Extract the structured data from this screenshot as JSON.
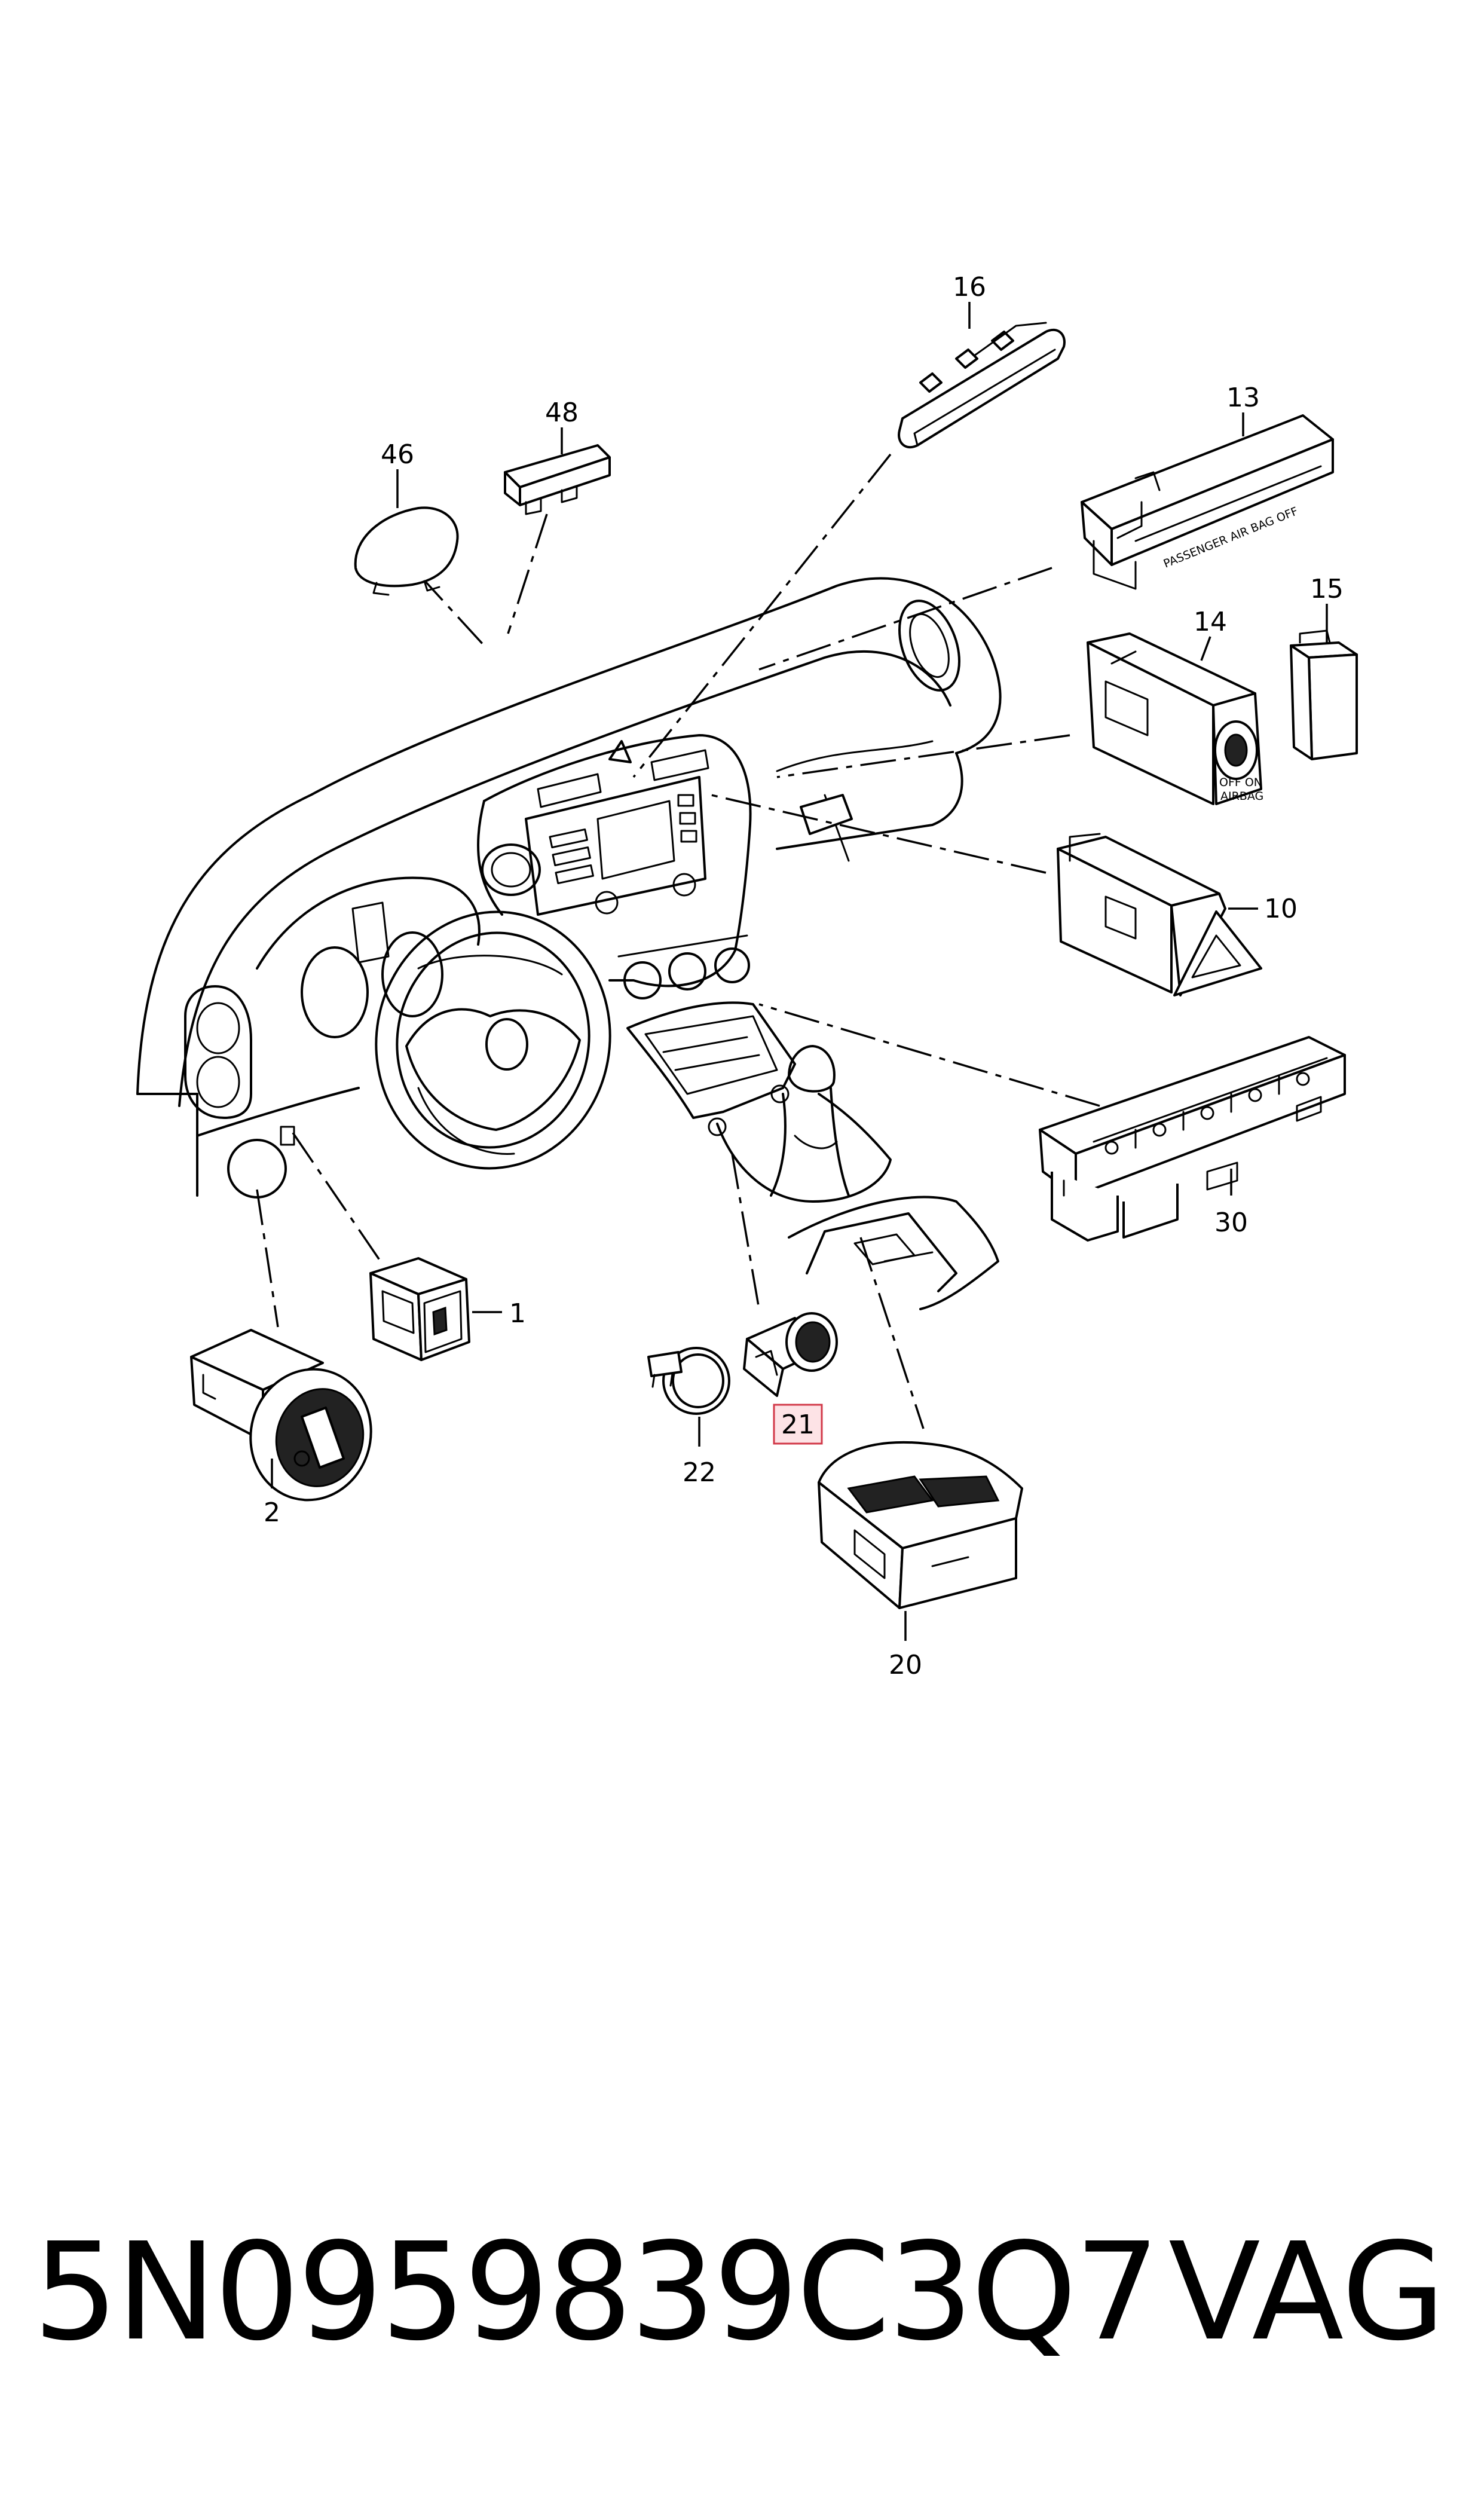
{
  "callouts": {
    "c1": "1",
    "c2": "2",
    "c10": "10",
    "c13": "13",
    "c14": "14",
    "c15": "15",
    "c16": "16",
    "c20": "20",
    "c21": "21",
    "c22": "22",
    "c30": "30",
    "c46": "46",
    "c48": "48"
  },
  "panel_text": {
    "passenger_airbag_off": "PASSENGER AIR BAG OFF",
    "off_on": "OFF ON",
    "airbag": "AIRBAG"
  },
  "footer": {
    "part_number": "5N0959839C3Q7",
    "brand": "VAG"
  },
  "colors": {
    "highlight_fill": "#fde3e6",
    "highlight_stroke": "#d23a4a"
  }
}
